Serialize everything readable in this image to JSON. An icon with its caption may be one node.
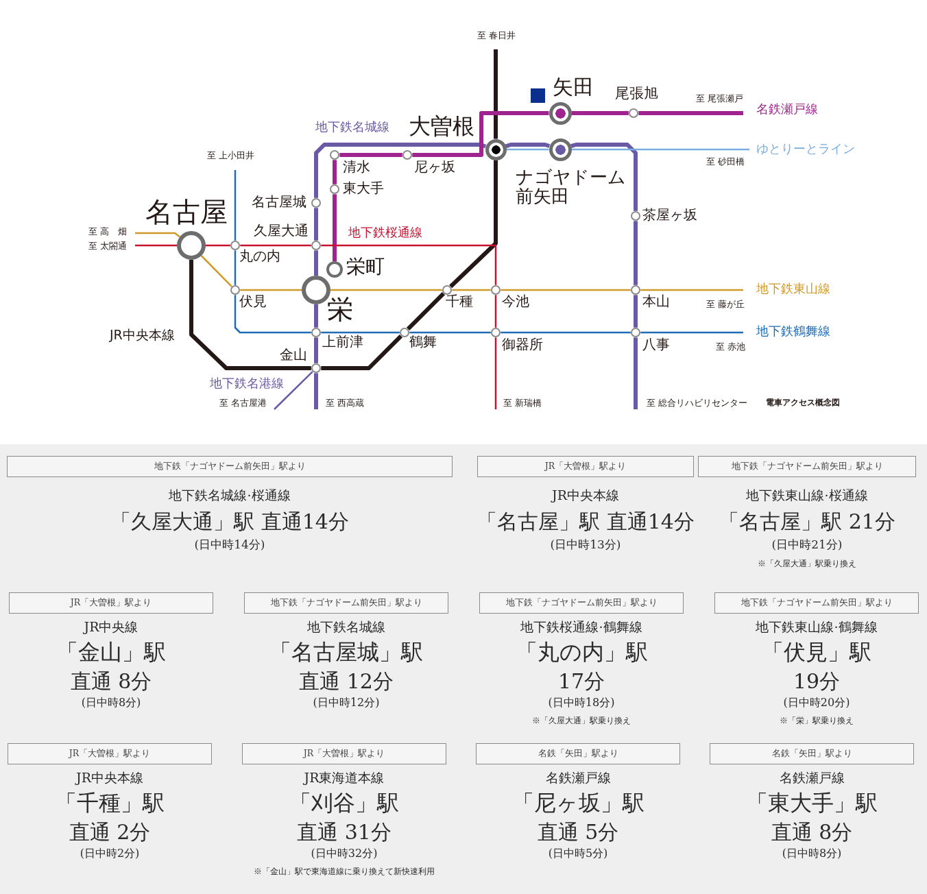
{
  "diagram": {
    "nodes": [
      {
        "text": [],
        "shape": "circle",
        "beside": [
          "矢田"
        ]
      },
      {
        "text": [],
        "shape": "circle",
        "beside": [
          "尾張旭"
        ]
      },
      {
        "text": [],
        "shape": "circle",
        "beside": [
          "大曽根"
        ]
      },
      {
        "text": [],
        "shape": "circle",
        "beside": [
          "ナゴヤドーム前矢田"
        ]
      },
      {
        "text": [],
        "shape": "circle",
        "beside": [
          "清水"
        ]
      },
      {
        "text": [],
        "shape": "circle",
        "beside": [
          "尼ヶ坂"
        ]
      },
      {
        "text": [],
        "shape": "circle",
        "beside": [
          "東大手"
        ]
      },
      {
        "text": [],
        "shape": "circle",
        "beside": [
          "名古屋城"
        ]
      },
      {
        "text": [],
        "shape": "circle",
        "beside": [
          "茶屋ヶ坂"
        ]
      },
      {
        "text": [],
        "shape": "circle",
        "beside": [
          "名古屋"
        ]
      },
      {
        "text": [],
        "shape": "circle",
        "beside": [
          "丸の内"
        ]
      },
      {
        "text": [],
        "shape": "circle",
        "beside": [
          "久屋大通"
        ]
      },
      {
        "text": [],
        "shape": "circle",
        "beside": [
          "栄町"
        ]
      },
      {
        "text": [],
        "shape": "circle",
        "beside": [
          "伏見"
        ]
      },
      {
        "text": [],
        "shape": "circle",
        "beside": [
          "栄"
        ]
      },
      {
        "text": [],
        "shape": "circle",
        "beside": [
          "千種"
        ]
      },
      {
        "text": [],
        "shape": "circle",
        "beside": [
          "今池"
        ]
      },
      {
        "text": [],
        "shape": "circle",
        "beside": [
          "本山"
        ]
      },
      {
        "text": [],
        "shape": "circle",
        "beside": [
          "上前津"
        ]
      },
      {
        "text": [],
        "shape": "circle",
        "beside": [
          "鶴舞"
        ]
      },
      {
        "text": [],
        "shape": "circle",
        "beside": [
          "御器所"
        ]
      },
      {
        "text": [],
        "shape": "circle",
        "beside": [
          "八事"
        ]
      },
      {
        "text": [],
        "shape": "circle",
        "beside": [
          "金山"
        ]
      },
      {
        "text": [
          "地下鉄「ナゴヤドーム前矢田」駅より"
        ],
        "beside": [
          "地下鉄名城線·桜通線",
          "「久屋大通」駅 直通14分",
          "(日中時14分)"
        ]
      },
      {
        "text": [
          "JR「大曽根」駅より"
        ],
        "beside": [
          "JR中央本線",
          "「名古屋」駅 直通14分",
          "(日中時13分)"
        ]
      },
      {
        "text": [
          "地下鉄「ナゴヤドーム前矢田」駅より"
        ],
        "beside": [
          "地下鉄東山線·桜通線",
          "「名古屋」駅 21分",
          "(日中時21分)",
          "※「久屋大通」駅乗り換え"
        ]
      },
      {
        "text": [
          "JR「大曽根」駅より"
        ],
        "beside": [
          "JR中央線",
          "「金山」駅",
          "直通 8分",
          "(日中時8分)"
        ]
      },
      {
        "text": [
          "地下鉄「ナゴヤドーム前矢田」駅より"
        ],
        "beside": [
          "地下鉄名城線",
          "「名古屋城」駅",
          "直通 12分",
          "(日中時12分)"
        ]
      },
      {
        "text": [
          "地下鉄「ナゴヤドーム前矢田」駅より"
        ],
        "beside": [
          "地下鉄桜通線·鶴舞線",
          "「丸の内」駅",
          "17分",
          "(日中時18分)",
          "※「久屋大通」駅乗り換え"
        ]
      },
      {
        "text": [
          "地下鉄「ナゴヤドーム前矢田」駅より"
        ],
        "beside": [
          "地下鉄東山線·鶴舞線",
          "「伏見」駅",
          "19分",
          "(日中時20分)",
          "※「栄」駅乗り換え"
        ]
      },
      {
        "text": [
          "JR「大曽根」駅より"
        ],
        "beside": [
          "JR中央本線",
          "「千種」駅",
          "直通 2分",
          "(日中時2分)"
        ]
      },
      {
        "text": [
          "JR「大曽根」駅より"
        ],
        "beside": [
          "JR東海道本線",
          "「刈谷」駅",
          "直通 31分",
          "(日中時32分)",
          "※「金山」駅で東海道線に乗り換えて新快速利用"
        ]
      },
      {
        "text": [
          "名鉄「矢田」駅より"
        ],
        "beside": [
          "名鉄瀬戸線",
          "「尼ヶ坂」駅",
          "直通 5分",
          "(日中時5分)"
        ]
      },
      {
        "text": [
          "名鉄「矢田」駅より"
        ],
        "beside": [
          "名鉄瀬戸線",
          "「東大手」駅",
          "直通 8分",
          "(日中時8分)"
        ]
      }
    ],
    "edges": [
      {
        "from": 2,
        "to": null,
        "arrow": "none",
        "color": "#231815",
        "style": "thick"
      },
      {
        "from": 2,
        "to": 15,
        "arrow": "none",
        "color": "#231815",
        "style": "thick"
      },
      {
        "from": 15,
        "to": 19,
        "arrow": "none",
        "color": "#231815",
        "style": "thick"
      },
      {
        "from": 19,
        "to": 22,
        "arrow": "none",
        "color": "#231815",
        "style": "thick"
      },
      {
        "from": 22,
        "to": 9,
        "arrow": "none",
        "color": "#231815",
        "style": "thick"
      },
      {
        "from": 2,
        "to": 3,
        "arrow": "none",
        "color": "#6a5aa6",
        "style": "thick"
      },
      {
        "from": 3,
        "to": 8,
        "arrow": "none",
        "color": "#6a5aa6",
        "style": "thick"
      },
      {
        "from": 8,
        "to": 17,
        "arrow": "none",
        "color": "#6a5aa6",
        "style": "thick"
      },
      {
        "from": 17,
        "to": 21,
        "arrow": "none",
        "color": "#6a5aa6",
        "style": "thick"
      },
      {
        "from": 21,
        "to": null,
        "arrow": "none",
        "color": "#6a5aa6",
        "style": "thick"
      },
      {
        "from": 2,
        "to": 7,
        "arrow": "none",
        "color": "#6a5aa6",
        "style": "thick"
      },
      {
        "from": 7,
        "to": 11,
        "arrow": "none",
        "color": "#6a5aa6",
        "style": "thick"
      },
      {
        "from": 11,
        "to": 14,
        "arrow": "none",
        "color": "#6a5aa6",
        "style": "thick"
      },
      {
        "from": 14,
        "to": 18,
        "arrow": "none",
        "color": "#6a5aa6",
        "style": "thick"
      },
      {
        "from": 18,
        "to": 22,
        "arrow": "none",
        "color": "#6a5aa6",
        "style": "thick"
      },
      {
        "from": 22,
        "to": null,
        "arrow": "none",
        "color": "#6a5aa6",
        "style": "thick"
      },
      {
        "from": 22,
        "to": null,
        "arrow": "none",
        "color": "#6a5aa6"
      },
      {
        "from": 12,
        "to": 6,
        "arrow": "none",
        "color": "#a0248f",
        "style": "thick"
      },
      {
        "from": 6,
        "to": 4,
        "arrow": "none",
        "color": "#a0248f",
        "style": "thick"
      },
      {
        "from": 4,
        "to": 5,
        "arrow": "none",
        "color": "#a0248f",
        "style": "thick"
      },
      {
        "from": 5,
        "to": 0,
        "arrow": "none",
        "color": "#a0248f",
        "style": "thick"
      },
      {
        "from": 0,
        "to": 1,
        "arrow": "none",
        "color": "#a0248f",
        "style": "thick"
      },
      {
        "from": 1,
        "to": null,
        "arrow": "none",
        "color": "#a0248f",
        "style": "thick"
      },
      {
        "from": 2,
        "to": 3,
        "arrow": "none",
        "color": "#7aaee0"
      },
      {
        "from": 3,
        "to": null,
        "arrow": "none",
        "color": "#7aaee0"
      },
      {
        "from": 9,
        "to": null,
        "arrow": "none",
        "color": "#c8102e"
      },
      {
        "from": 9,
        "to": 10,
        "arrow": "none",
        "color": "#c8102e"
      },
      {
        "from": 10,
        "to": 11,
        "arrow": "none",
        "color": "#c8102e"
      },
      {
        "from": 11,
        "to": 16,
        "arrow": "none",
        "color": "#c8102e"
      },
      {
        "from": 16,
        "to": 20,
        "arrow": "none",
        "color": "#c8102e"
      },
      {
        "from": 20,
        "to": null,
        "arrow": "none",
        "color": "#c8102e"
      },
      {
        "from": 9,
        "to": null,
        "arrow": "none",
        "color": "#d09a2a"
      },
      {
        "from": 9,
        "to": 13,
        "arrow": "none",
        "color": "#d09a2a"
      },
      {
        "from": 13,
        "to": 14,
        "arrow": "none",
        "color": "#d09a2a"
      },
      {
        "from": 14,
        "to": 15,
        "arrow": "none",
        "color": "#d09a2a"
      },
      {
        "from": 15,
        "to": 16,
        "arrow": "none",
        "color": "#d09a2a"
      },
      {
        "from": 16,
        "to": 17,
        "arrow": "none",
        "color": "#d09a2a"
      },
      {
        "from": 17,
        "to": null,
        "arrow": "none",
        "color": "#d09a2a"
      },
      {
        "from": 10,
        "to": null,
        "arrow": "none",
        "color": "#1e6cb5"
      },
      {
        "from": 10,
        "to": 13,
        "arrow": "none",
        "color": "#1e6cb5"
      },
      {
        "from": 13,
        "to": 18,
        "arrow": "none",
        "color": "#1e6cb5"
      },
      {
        "from": 18,
        "to": 19,
        "arrow": "none",
        "color": "#1e6cb5"
      },
      {
        "from": 19,
        "to": 20,
        "arrow": "none",
        "color": "#1e6cb5"
      },
      {
        "from": 20,
        "to": 21,
        "arrow": "none",
        "color": "#1e6cb5"
      },
      {
        "from": 21,
        "to": null,
        "arrow": "none",
        "color": "#1e6cb5"
      }
    ],
    "labels": [
      "至 春日井",
      "至 尾張瀬戸",
      "名鉄瀬戸線",
      "地下鉄名城線",
      "ゆとりーとライン",
      "至 上小田井",
      "至 砂田橋",
      "至 高　畑",
      "地下鉄桜通線",
      "至 太閤通",
      "地下鉄東山線",
      "至 藤が丘",
      "JR中央本線",
      "地下鉄鶴舞線",
      "至 赤池",
      "地下鉄名港線",
      "至 名古屋港",
      "至 西高蔵",
      "至 新瑞橋",
      "至 総合リハビリセンター",
      "電車アクセス概念図"
    ]
  }
}
